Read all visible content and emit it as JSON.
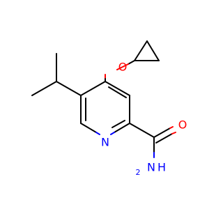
{
  "molecule": {
    "atoms": {
      "oxygen_ether": {
        "symbol": "O",
        "color": "#ff0000"
      },
      "nitrogen_ring": {
        "symbol": "N",
        "color": "#0000ff"
      },
      "oxygen_carbonyl": {
        "symbol": "O",
        "color": "#ff0000"
      },
      "amide_n": {
        "symbol": "N",
        "color": "#0000ff"
      },
      "amide_h": {
        "symbol": "H",
        "color": "#0000ff"
      },
      "amide_h2_sub": {
        "symbol": "2",
        "color": "#0000ff"
      }
    },
    "bond_color": "#000000"
  }
}
